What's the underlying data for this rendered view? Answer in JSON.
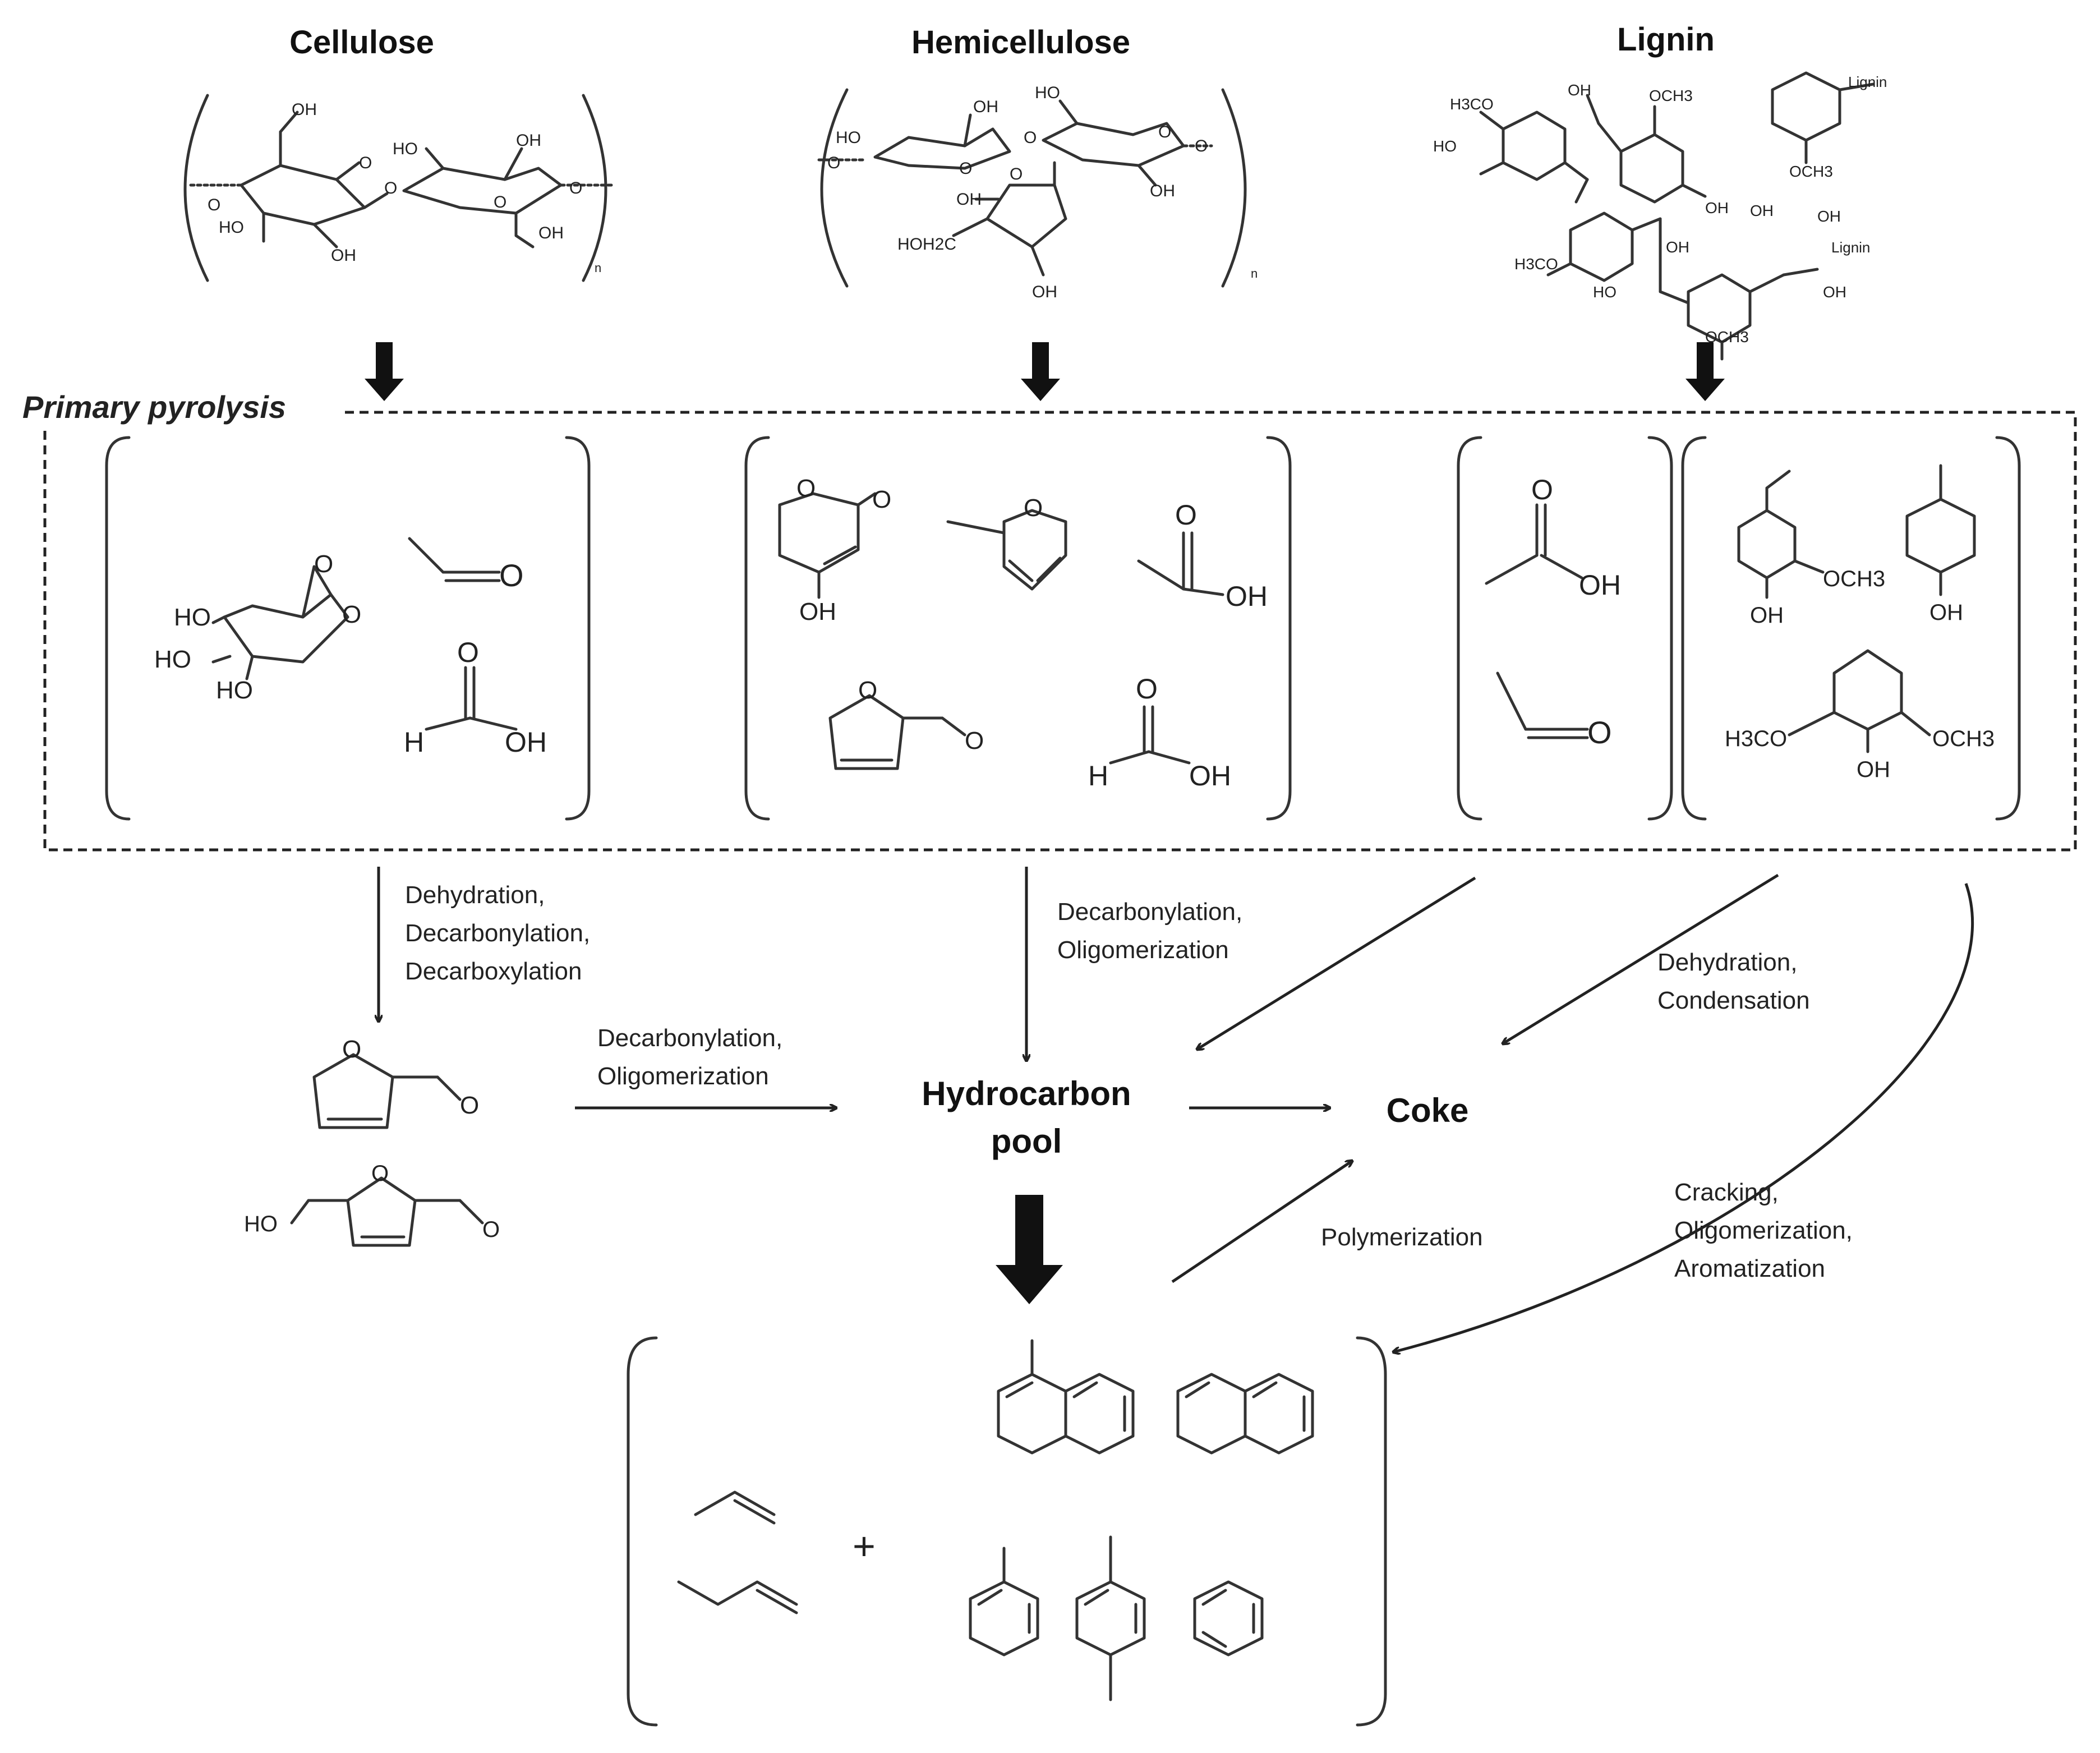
{
  "headings": {
    "cellulose": "Cellulose",
    "hemicellulose": "Hemicellulose",
    "lignin": "Lignin"
  },
  "stage_label": "Primary pyrolysis",
  "reaction_labels": {
    "cellulose_down": [
      "Dehydration,",
      "Decarbonylation,",
      "Decarboxylation"
    ],
    "hemi_down": [
      "Decarbonylation,",
      "Oligomerization"
    ],
    "furans_to_pool": [
      "Decarbonylation,",
      "Oligomerization"
    ],
    "lignin_to_coke": [
      "Dehydration,",
      "Condensation"
    ],
    "aromatics_to_coke": [
      "Polymerization"
    ],
    "lignin_to_products": [
      "Cracking,",
      "Oligomerization,",
      "Aromatization"
    ]
  },
  "nodes": {
    "pool": [
      "Hydrocarbon",
      "pool"
    ],
    "coke": "Coke"
  },
  "plus": "+",
  "atoms": {
    "O": "O",
    "OH": "OH",
    "H": "H",
    "HO": "HO",
    "OCH3": "OCH3",
    "H3CO": "H3CO",
    "HOH2C": "HOH2C",
    "n": "n",
    "lignin_tag": "Lignin"
  }
}
